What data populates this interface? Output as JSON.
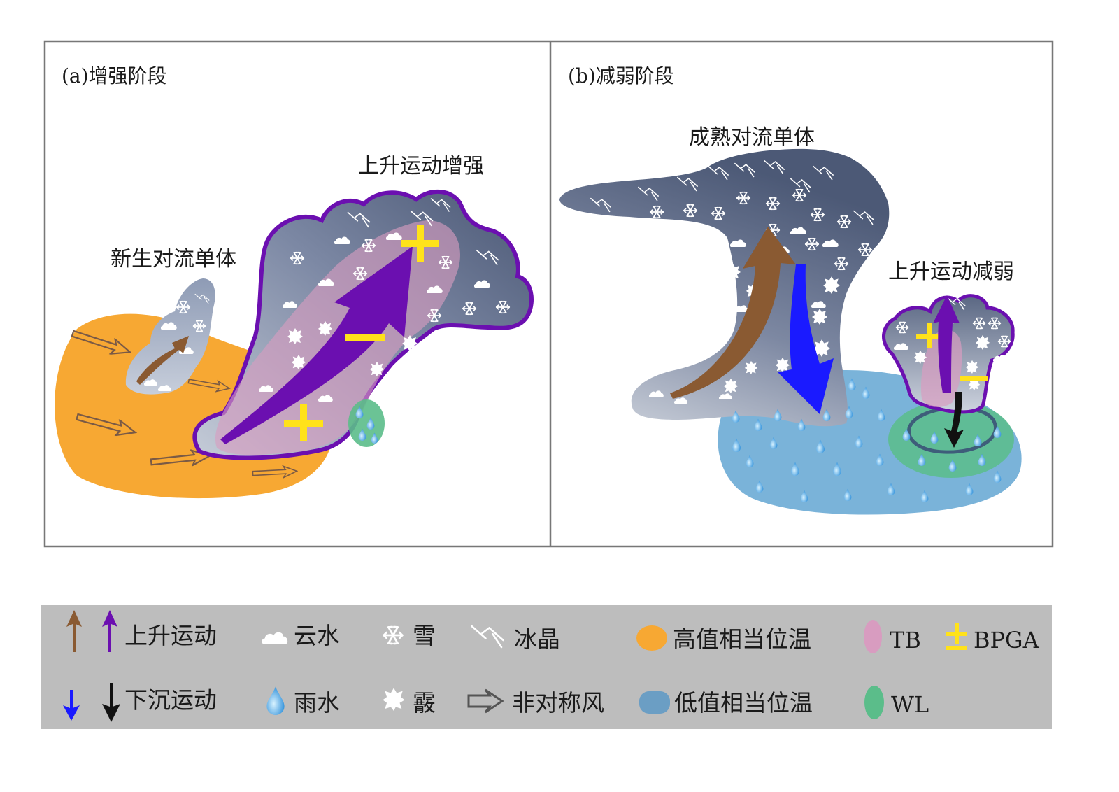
{
  "panels": {
    "a": {
      "title": "(a)增强阶段",
      "new_cell_label": "新生对流单体",
      "updraft_label": "上升运动增强"
    },
    "b": {
      "title": "(b)减弱阶段",
      "mature_cell_label": "成熟对流单体",
      "updraft_label": "上升运动减弱"
    }
  },
  "legend": {
    "updraft": "上升运动",
    "cloud_water": "云水",
    "snow": "雪",
    "ice": "冰晶",
    "high_theta_e": "高值相当位温",
    "tb": "TB",
    "bpga": "BPGA",
    "downdraft": "下沉运动",
    "rain": "雨水",
    "hail": "霰",
    "asym_wind": "非对称风",
    "low_theta_e": "低值相当位温",
    "wl": "WL"
  },
  "symbols": {
    "plus": "+",
    "minus": "−"
  },
  "colors": {
    "updraft_brown": "#8a5a32",
    "updraft_purple": "#6b0fb0",
    "downdraft_blue": "#1a1aff",
    "downdraft_black": "#111111",
    "high_theta_e": "#f7a833",
    "low_theta_e": "#7ab3d9",
    "tb": "#d8a6c0",
    "bpga": "#ffe21a",
    "wl": "#5bbd8a",
    "cloud_dark": "#4a5a78",
    "cloud_outline": "#6b0fb0",
    "legend_bg": "#bdbdbd"
  },
  "icons": [
    "cloud-water-icon",
    "snow-icon",
    "ice-crystal-icon",
    "hail-icon",
    "raindrop-icon",
    "asym-wind-arrow-icon"
  ]
}
